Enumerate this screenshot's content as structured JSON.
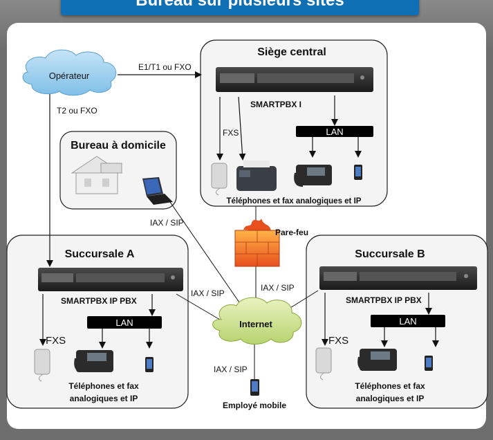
{
  "title": "Bureau sur plusieurs sites",
  "colors": {
    "banner": "#0f6fb5",
    "frame": "#6e6e6e",
    "operator_cloud": "#7fbfe7",
    "internet_cloud": "#b7d36f",
    "firewall": "#e8501e",
    "lan_bar": "#000000"
  },
  "labels": {
    "operateur": "Opérateur",
    "e1_t1_fxo": "E1/T1 ou FXO",
    "t2_fxo": "T2 ou FXO",
    "iax_sip": "IAX / SIP",
    "pare_feu": "Pare-feu",
    "internet": "Internet",
    "employe_mobile": "Employé mobile"
  },
  "offices": {
    "siege_central": {
      "title": "Siège central",
      "pbx_label": "SMARTPBX  I",
      "fxs_label": "FXS",
      "lan_label": "LAN",
      "caption": "Téléphones et fax analogiques et IP"
    },
    "bureau_domicile": {
      "title": "Bureau à domicile"
    },
    "succursale_a": {
      "title": "Succursale A",
      "pbx_label": "SMARTPBX IP    PBX",
      "fxs_label": "FXS",
      "lan_label": "LAN",
      "caption_line1": "Téléphones et fax",
      "caption_line2": "analogiques et IP"
    },
    "succursale_b": {
      "title": "Succursale B",
      "pbx_label": "SMARTPBX  IP    PBX",
      "fxs_label": "FXS",
      "lan_label": "LAN",
      "caption_line1": "Téléphones et fax",
      "caption_line2": "analogiques et IP"
    }
  }
}
